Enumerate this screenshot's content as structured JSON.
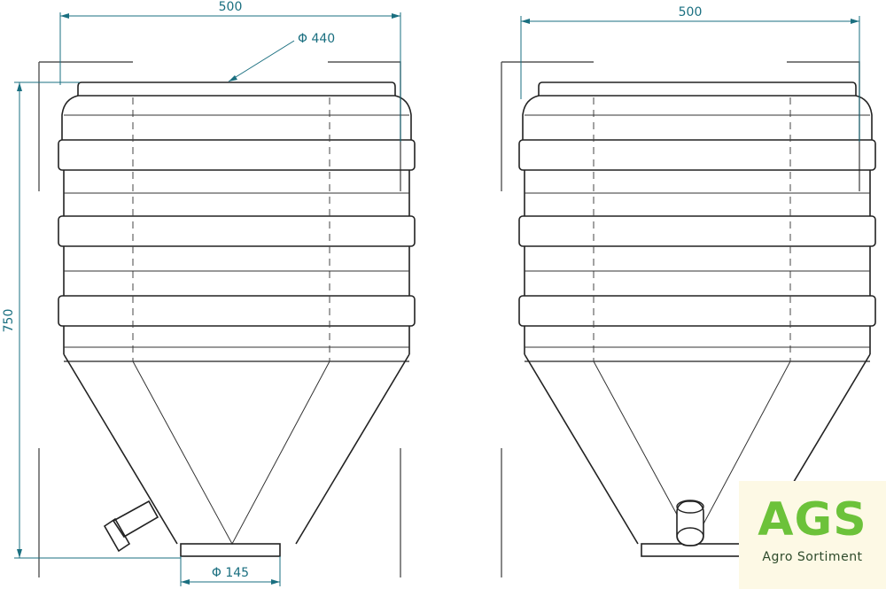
{
  "dimensions": {
    "width_left": "500",
    "width_right": "500",
    "top_diameter": "Φ 440",
    "height": "750",
    "outlet_diameter": "Φ 145"
  },
  "logo": {
    "mark": "AGS",
    "subtitle": "Agro Sortiment",
    "color_accent": "#6cc23a"
  },
  "colors": {
    "outline": "#222222",
    "dimension": "#1a6f80",
    "frame": "#555555"
  }
}
